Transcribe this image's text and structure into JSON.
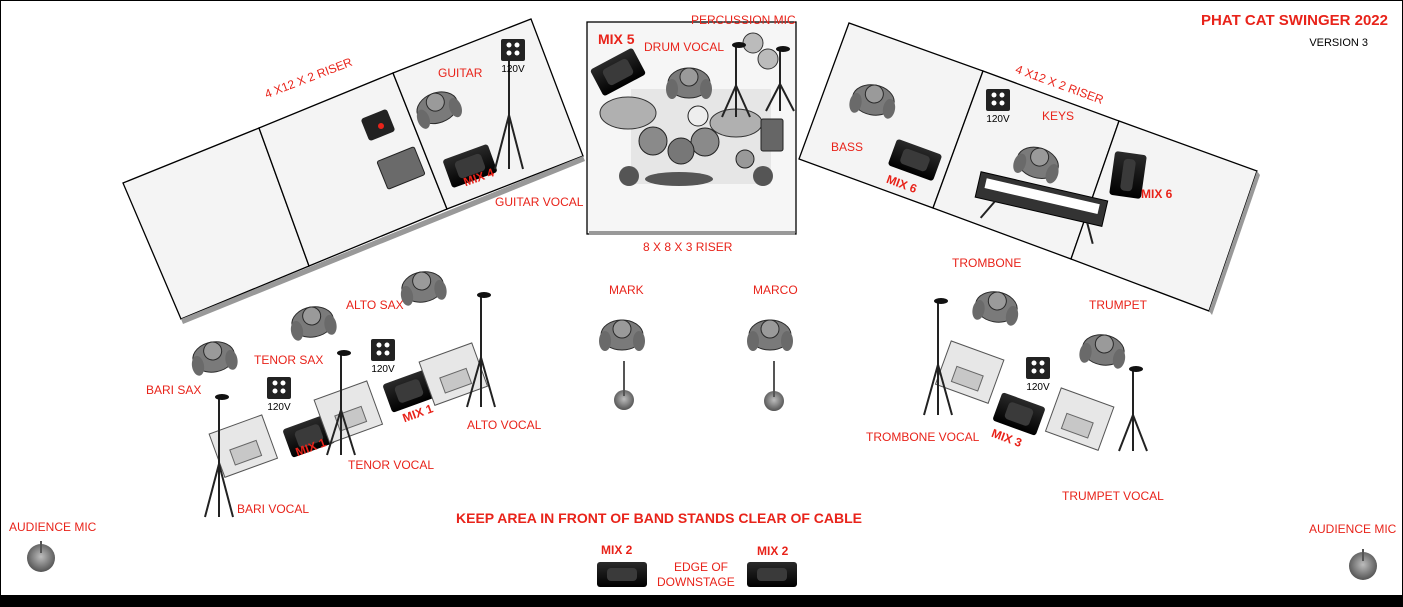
{
  "title": "PHAT CAT SWINGER 2022",
  "version": "VERSION 3",
  "warning": "KEEP AREA IN FRONT OF BAND STANDS CLEAR OF CABLE",
  "edge_of_downstage": [
    "EDGE OF",
    "DOWNSTAGE"
  ],
  "risers": {
    "left": "4 X12 X 2 RISER",
    "right": "4 X12 X 2 RISER",
    "center": "8 X 8 X 3 RISER"
  },
  "outlet_label": "120V",
  "accent_color": "#e8231a",
  "labels": {
    "guitar": "GUITAR",
    "guitar_vocal": "GUITAR VOCAL",
    "percussion_mic": "PERCUSSION MIC",
    "drum_vocal": "DRUM VOCAL",
    "bass": "BASS",
    "keys": "KEYS",
    "trombone": "TROMBONE",
    "trumpet": "TRUMPET",
    "trombone_vocal": "TROMBONE VOCAL",
    "trumpet_vocal": "TRUMPET VOCAL",
    "alto_sax": "ALTO SAX",
    "tenor_sax": "TENOR SAX",
    "bari_sax": "BARI SAX",
    "alto_vocal": "ALTO VOCAL",
    "tenor_vocal": "TENOR VOCAL",
    "bari_vocal": "BARI VOCAL",
    "mark": "MARK",
    "marco": "MARCO",
    "audience_mic": "AUDIENCE MIC"
  },
  "mixes": {
    "mix1": "MIX 1",
    "mix2": "MIX 2",
    "mix3": "MIX 3",
    "mix4": "MIX 4",
    "mix5": "MIX 5",
    "mix6": "MIX 6"
  },
  "icons": [
    "di-box-icon",
    "pedalboard-icon",
    "drum-kit-icon",
    "keyboard-icon",
    "monitor-wedge-icon",
    "mic-stand-icon",
    "music-stand-icon",
    "outlet-icon",
    "musician-icon"
  ]
}
